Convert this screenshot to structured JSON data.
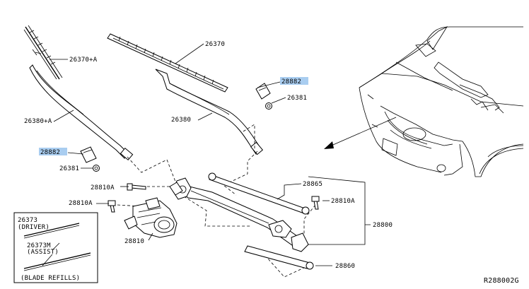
{
  "labels": {
    "blade_lh": "26370+A",
    "blade_rh": "26370",
    "cap_rh": "28882",
    "nut_rh": "26381",
    "arm_rh": "26380",
    "arm_lh": "26380+A",
    "cap_lh": "28882",
    "nut_lh": "26381",
    "bolt_left_upper": "28810A",
    "bolt_left_lower": "28810A",
    "motor": "28810",
    "link_upper": "28865",
    "bolt_right": "28810A",
    "linkage_assy": "28800",
    "link_lower": "28860",
    "refill_driver_no": "26373",
    "refill_driver_desc": "(DRIVER)",
    "refill_assist_no": "26373M",
    "refill_assist_desc": "(ASSIST)",
    "refill_box_title": "(BLADE REFILLS)",
    "diagram_id": "R288002G"
  },
  "colors": {
    "highlight": "#a9cdf0",
    "line": "#000000",
    "background": "#ffffff"
  }
}
